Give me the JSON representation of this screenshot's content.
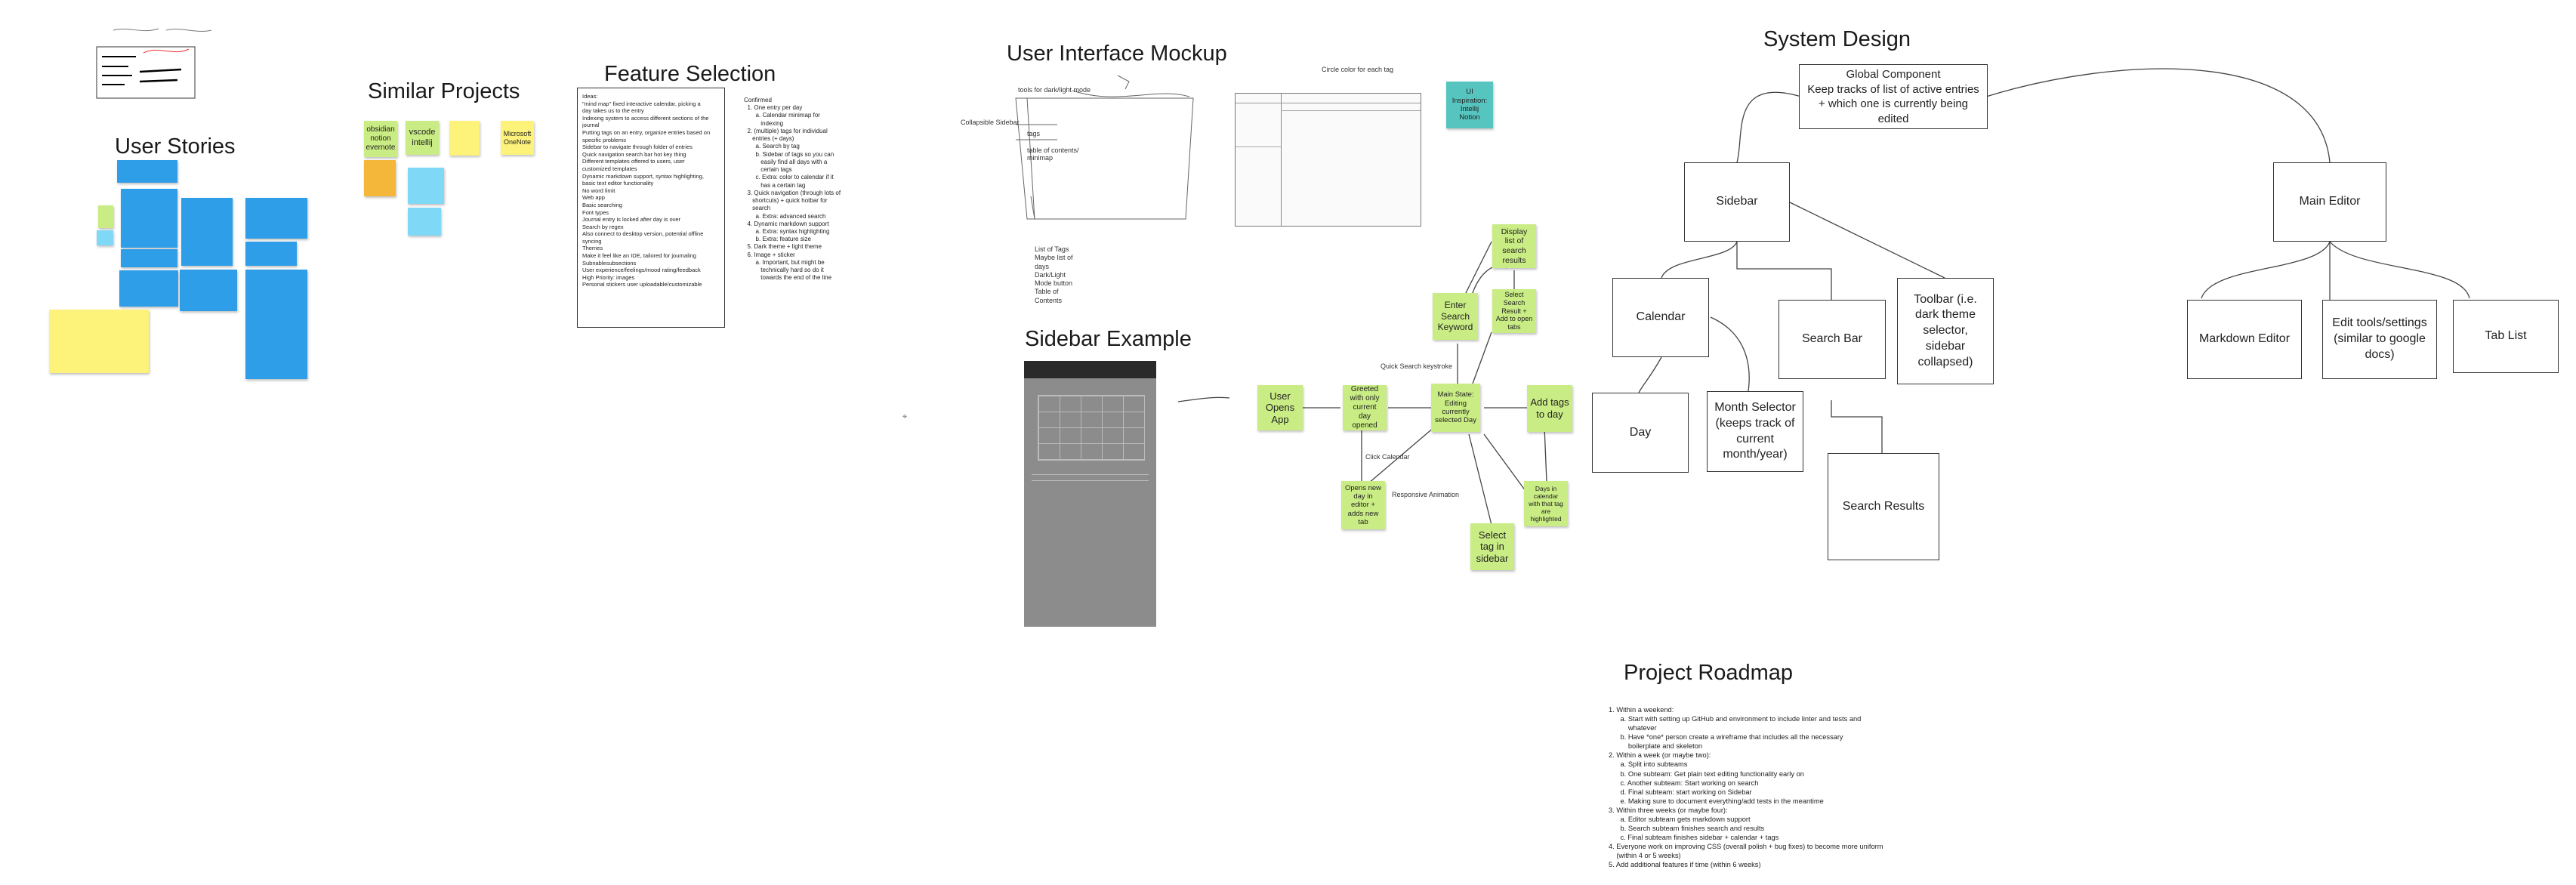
{
  "headings": {
    "user_stories": "User Stories",
    "similar_projects": "Similar Projects",
    "feature_selection": "Feature Selection",
    "ui_mockup": "User Interface Mockup",
    "sidebar_example": "Sidebar Example",
    "system_design": "System Design",
    "project_roadmap": "Project Roadmap"
  },
  "similar_projects": {
    "stickies": [
      "obsidian notion evernote",
      "vscode intellij",
      "Microsoft OneNote"
    ]
  },
  "feature_selection": {
    "ideas": "Ideas:\n\"mind map\" fixed interactive calendar, picking a\nday takes us to the entry\nIndexing system to access different sections of the\njournal\nPutting tags on an entry, organize entries based on\nspecific problems\nSidebar to navigate through folder of entries\nQuick navigation search bar hot key thing\nDifferent templates offered to users, user\ncustomized templates\nDynamic markdown support, syntax highlighting,\nbasic text editor functionality\nNo word limit\nWeb app\nBasic searching\nFont types\nJournal entry is locked after day is over\nSearch by regex\nAlso connect to desktop version, potential offline\nsyncing\nThemes\nMake it feel like an IDE, tailored for journaling\nSubnablesubsections\nUser experience/feelings/mood rating/feedback\nHigh Priority: images\nPersonal stickers user uploadable/customizable",
    "confirmed": "Confirmed\n  1. One entry per day\n       a. Calendar minimap for\n          indexing\n  2. (multiple) tags for individual\n     entries (+ days)\n       a. Search by tag\n       b. Sidebar of tags so you can\n          easily find all days with a\n          certain tags\n       c. Extra: color to calendar if it\n          has a certain tag\n  3. Quick navigation (through lots of\n     shortcuts) + quick hotbar for\n     search\n       a. Extra: advanced search\n  4. Dynamic markdown support\n       a. Extra: syntax highlighting\n       b. Extra: feature size\n  5. Dark theme + light theme\n  6. Image + sticker\n       a. Important, but might be\n          technically hard so do it\n          towards the end of the line"
  },
  "ui_mockup": {
    "labels": [
      "tools for dark/light mode",
      "Collapsible Sidebar",
      "tags",
      "table of contents/\nminimap",
      "List of Tags\nMaybe list of\ndays\nDark/Light\nMode button\nTable of\nContents"
    ],
    "circle_label": "Circle color for each tag",
    "teal_sticky": "UI\nInspiration:\nIntellij\nNotion"
  },
  "flow": {
    "nodes": {
      "user_opens_app": "User Opens App",
      "greeted": "Greeted with only current day opened",
      "main_state": "Main State: Editing currently selected Day",
      "enter_search": "Enter Search Keyword",
      "display_results": "Display list of search results",
      "select_result": "Select Search Result + Add to open tabs",
      "add_tags": "Add tags to day",
      "days_highlighted": "Days in calendar with that tag are highlighted",
      "select_tag": "Select tag in sidebar",
      "opens_new_day": "Opens new day in editor + adds new tab"
    },
    "edge_labels": {
      "quick_search": "Quick Search keystroke",
      "click_calendar": "Click Calendar",
      "responsive": "Responsive Animation"
    }
  },
  "system_design": {
    "global": "Global Component\nKeep tracks of list of active entries + which one is currently being edited",
    "sidebar": "Sidebar",
    "main_editor": "Main Editor",
    "calendar": "Calendar",
    "search_bar": "Search Bar",
    "toolbar": "Toolbar (i.e. dark theme selector, sidebar collapsed)",
    "markdown_editor": "Markdown Editor",
    "edit_tools": "Edit tools/settings (similar to google docs)",
    "tab_list": "Tab List",
    "day": "Day",
    "month_selector": "Month Selector (keeps track of current month/year)",
    "search_results": "Search Results"
  },
  "roadmap": {
    "text": "1. Within a weekend:\n      a. Start with setting up GitHub and environment to include linter and tests and\n          whatever\n      b. Have *one* person create a wireframe that includes all the necessary\n          boilerplate and skeleton\n2. Within a week (or maybe two):\n      a. Split into subteams\n      b. One subteam: Get plain text editing functionality early on\n      c. Another subteam: Start working on search\n      d. Final subteam: start working on Sidebar\n      e. Making sure to document everything/add tests in the meantime\n3. Within three weeks (or maybe four):\n      a. Editor subteam gets markdown support\n      b. Search subteam finishes search and results\n      c. Final subteam finishes sidebar + calendar + tags\n4. Everyone work on improving CSS (overall polish + bug fixes) to become more uniform\n    (within 4 or 5 weeks)\n5. Add additional features if time (within 6 weeks)"
  },
  "colors": {
    "sticky_green": "#c9ec84",
    "sticky_yellow": "#fdf27a",
    "sticky_blue": "#2f9ee8",
    "sticky_teal": "#56c5bf",
    "sidebar_example_bg": "#8c8c8c"
  }
}
